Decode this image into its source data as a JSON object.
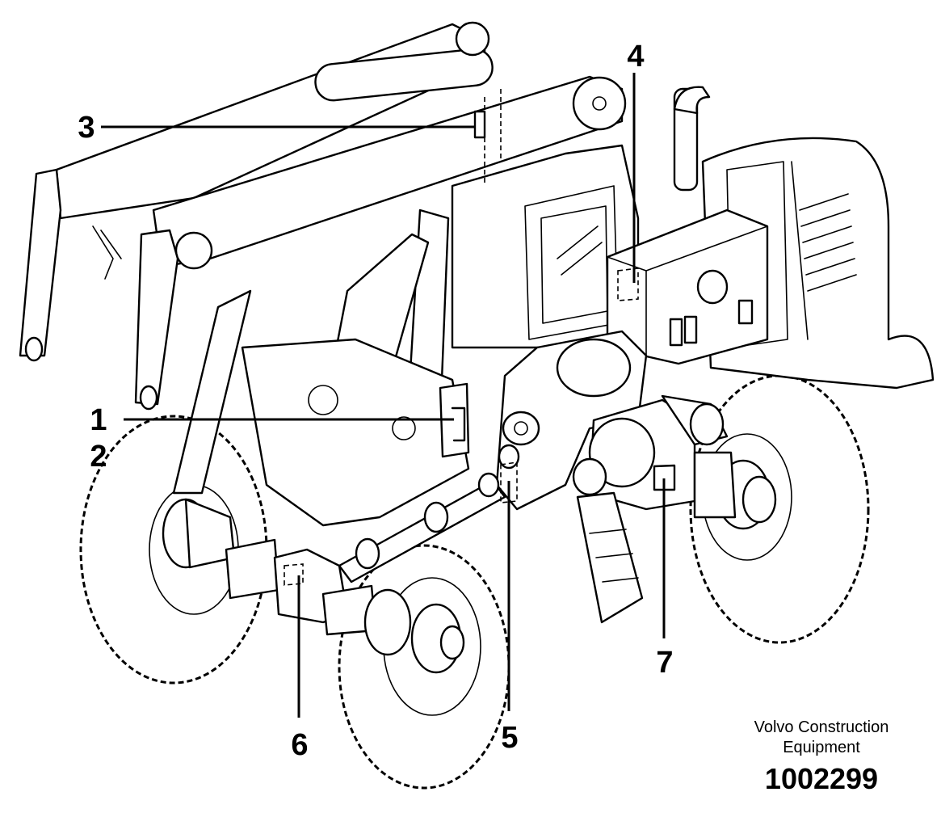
{
  "callouts": [
    {
      "id": "1",
      "label": "1"
    },
    {
      "id": "2",
      "label": "2"
    },
    {
      "id": "3",
      "label": "3"
    },
    {
      "id": "4",
      "label": "4"
    },
    {
      "id": "5",
      "label": "5"
    },
    {
      "id": "6",
      "label": "6"
    },
    {
      "id": "7",
      "label": "7"
    }
  ],
  "credit": {
    "line1": "Volvo Construction",
    "line2": "Equipment"
  },
  "document_number": "1002299"
}
